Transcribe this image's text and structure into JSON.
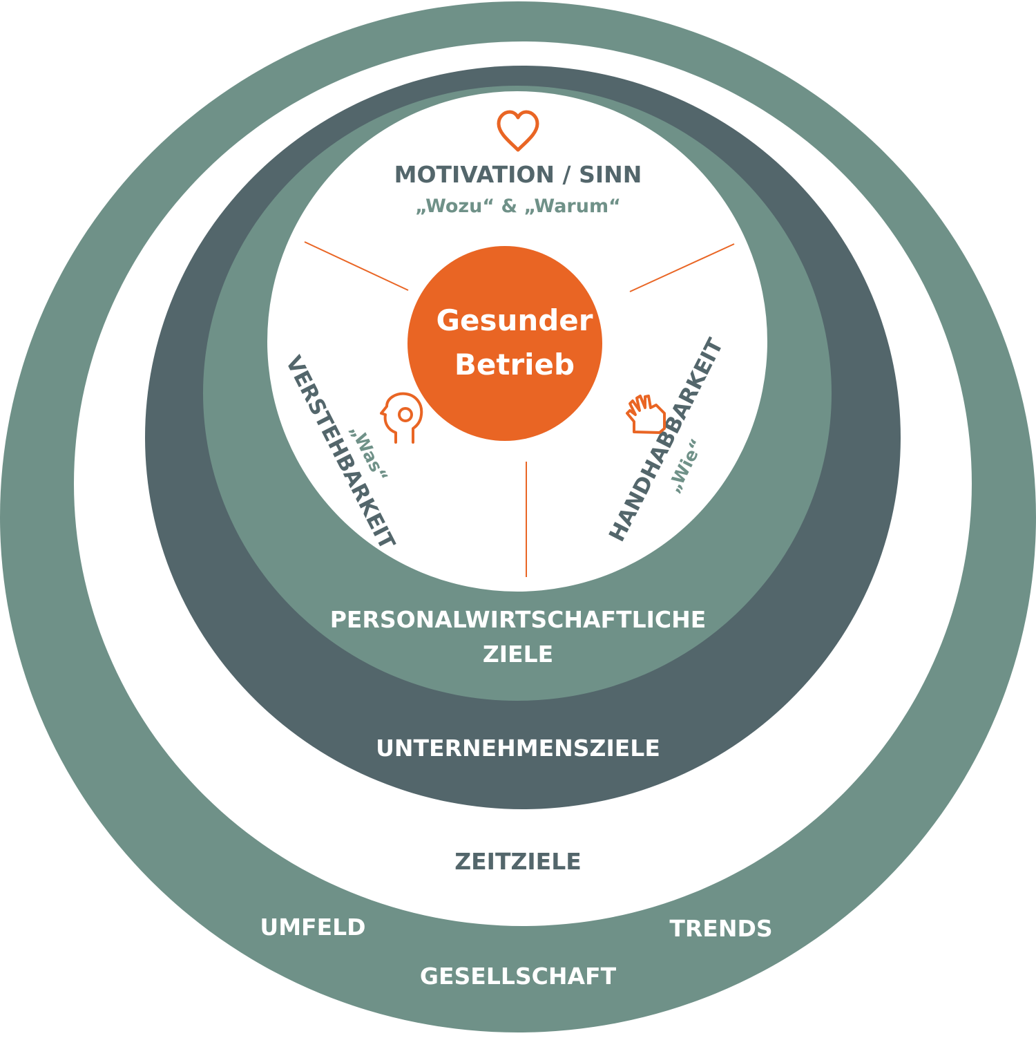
{
  "colors": {
    "sage": "#6f9188",
    "slate": "#53666b",
    "orange": "#e96524",
    "white": "#ffffff"
  },
  "center": {
    "line1": "Gesunder",
    "line2": "Betrieb"
  },
  "motivation": {
    "title": "MOTIVATION / SINN",
    "subtitle": "„Wozu“ & „Warum“",
    "icon": "heart-icon"
  },
  "verstehbarkeit": {
    "title": "VERSTEHBARKEIT",
    "subtitle": "„Was“",
    "icon": "head-thinking-icon"
  },
  "handhabbarkeit": {
    "title": "HANDHABBARKEIT",
    "subtitle": "„Wie“",
    "icon": "hand-icon"
  },
  "rings": {
    "personal_line1": "PERSONALWIRTSCHAFTLICHE",
    "personal_line2": "ZIELE",
    "unternehmen": "UNTERNEHMENSZIELE",
    "zeit": "ZEITZIELE",
    "umfeld": "UMFELD",
    "gesellschaft": "GESELLSCHAFT",
    "trends": "TRENDS"
  }
}
